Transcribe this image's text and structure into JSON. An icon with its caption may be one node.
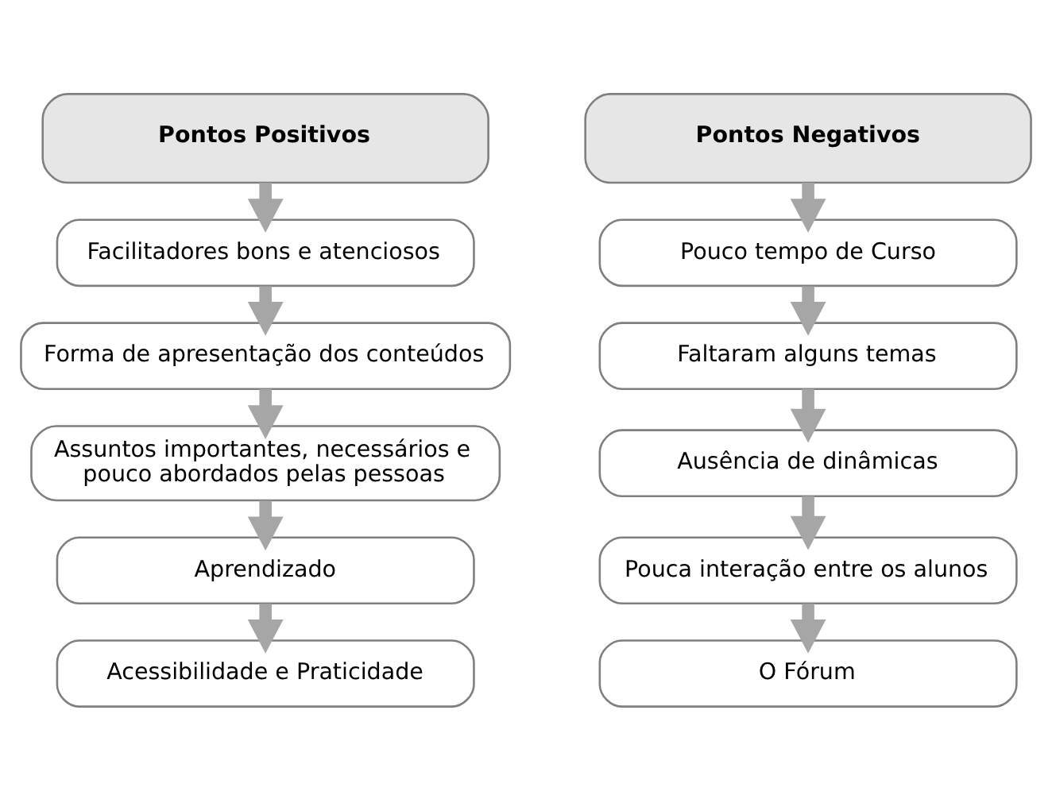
{
  "diagram": {
    "nodes": [
      {
        "text": [
          "Pontos Positivos"
        ]
      },
      {
        "text": [
          "Facilitadores bons e atenciosos"
        ]
      },
      {
        "text": [
          "Forma de apresentação dos conteúdos"
        ]
      },
      {
        "text": [
          "Assuntos importantes, necessários e pouco abordados pelas pessoas"
        ]
      },
      {
        "text": [
          "Aprendizado"
        ]
      },
      {
        "text": [
          "Acessibilidade e Praticidade"
        ]
      },
      {
        "text": [
          "Pontos Negativos"
        ]
      },
      {
        "text": [
          "Pouco tempo de Curso"
        ]
      },
      {
        "text": [
          "Faltaram alguns temas"
        ]
      },
      {
        "text": [
          "Ausência de dinâmicas"
        ]
      },
      {
        "text": [
          "Pouca interação entre os alunos"
        ]
      },
      {
        "text": [
          "O Fórum"
        ]
      }
    ],
    "edges": [
      {
        "from": 0,
        "to": 1,
        "arrow": "to"
      },
      {
        "from": 1,
        "to": 2,
        "arrow": "to"
      },
      {
        "from": 2,
        "to": 3,
        "arrow": "to"
      },
      {
        "from": 3,
        "to": 4,
        "arrow": "to"
      },
      {
        "from": 4,
        "to": 5,
        "arrow": "to"
      },
      {
        "from": 6,
        "to": 7,
        "arrow": "to"
      },
      {
        "from": 7,
        "to": 8,
        "arrow": "to"
      },
      {
        "from": 8,
        "to": 9,
        "arrow": "to"
      },
      {
        "from": 9,
        "to": 10,
        "arrow": "to"
      },
      {
        "from": 10,
        "to": 11,
        "arrow": "to"
      }
    ]
  }
}
